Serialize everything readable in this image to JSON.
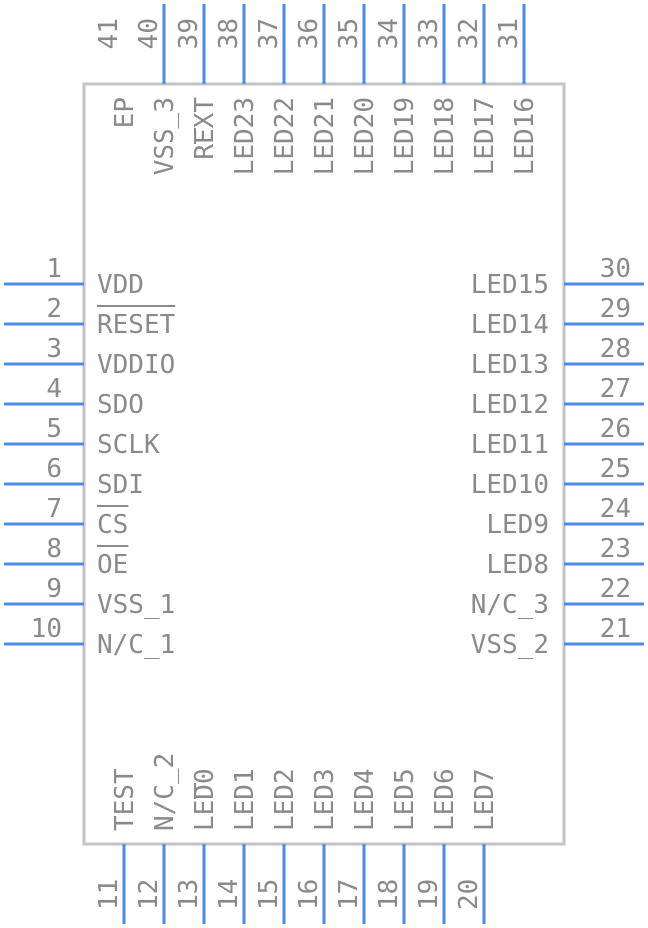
{
  "left_pins": [
    {
      "num": "1",
      "name": "VDD",
      "overbar": false
    },
    {
      "num": "2",
      "name": "RESET",
      "overbar": true
    },
    {
      "num": "3",
      "name": "VDDIO",
      "overbar": false
    },
    {
      "num": "4",
      "name": "SDO",
      "overbar": false
    },
    {
      "num": "5",
      "name": "SCLK",
      "overbar": false
    },
    {
      "num": "6",
      "name": "SDI",
      "overbar": false
    },
    {
      "num": "7",
      "name": "CS",
      "overbar": true
    },
    {
      "num": "8",
      "name": "OE",
      "overbar": true
    },
    {
      "num": "9",
      "name": "VSS_1",
      "overbar": false
    },
    {
      "num": "10",
      "name": "N/C_1",
      "overbar": false
    }
  ],
  "right_pins": [
    {
      "num": "30",
      "name": "LED15"
    },
    {
      "num": "29",
      "name": "LED14"
    },
    {
      "num": "28",
      "name": "LED13"
    },
    {
      "num": "27",
      "name": "LED12"
    },
    {
      "num": "26",
      "name": "LED11"
    },
    {
      "num": "25",
      "name": "LED10"
    },
    {
      "num": "24",
      "name": "LED9"
    },
    {
      "num": "23",
      "name": "LED8"
    },
    {
      "num": "22",
      "name": "N/C_3"
    },
    {
      "num": "21",
      "name": "VSS_2"
    }
  ],
  "bottom_pins": [
    {
      "num": "11",
      "name": "TEST"
    },
    {
      "num": "12",
      "name": "N/C_2"
    },
    {
      "num": "13",
      "name": "LED0"
    },
    {
      "num": "14",
      "name": "LED1"
    },
    {
      "num": "15",
      "name": "LED2"
    },
    {
      "num": "16",
      "name": "LED3"
    },
    {
      "num": "17",
      "name": "LED4"
    },
    {
      "num": "18",
      "name": "LED5"
    },
    {
      "num": "19",
      "name": "LED6"
    },
    {
      "num": "20",
      "name": "LED7"
    }
  ],
  "top_pins": [
    {
      "num": "41",
      "name": "EP"
    },
    {
      "num": "40",
      "name": "VSS_3"
    },
    {
      "num": "39",
      "name": "REXT"
    },
    {
      "num": "38",
      "name": "LED23"
    },
    {
      "num": "37",
      "name": "LED22"
    },
    {
      "num": "36",
      "name": "LED21"
    },
    {
      "num": "35",
      "name": "LED20"
    },
    {
      "num": "34",
      "name": "LED19"
    },
    {
      "num": "33",
      "name": "LED18"
    },
    {
      "num": "32",
      "name": "LED17"
    },
    {
      "num": "31",
      "name": "LED16"
    }
  ]
}
